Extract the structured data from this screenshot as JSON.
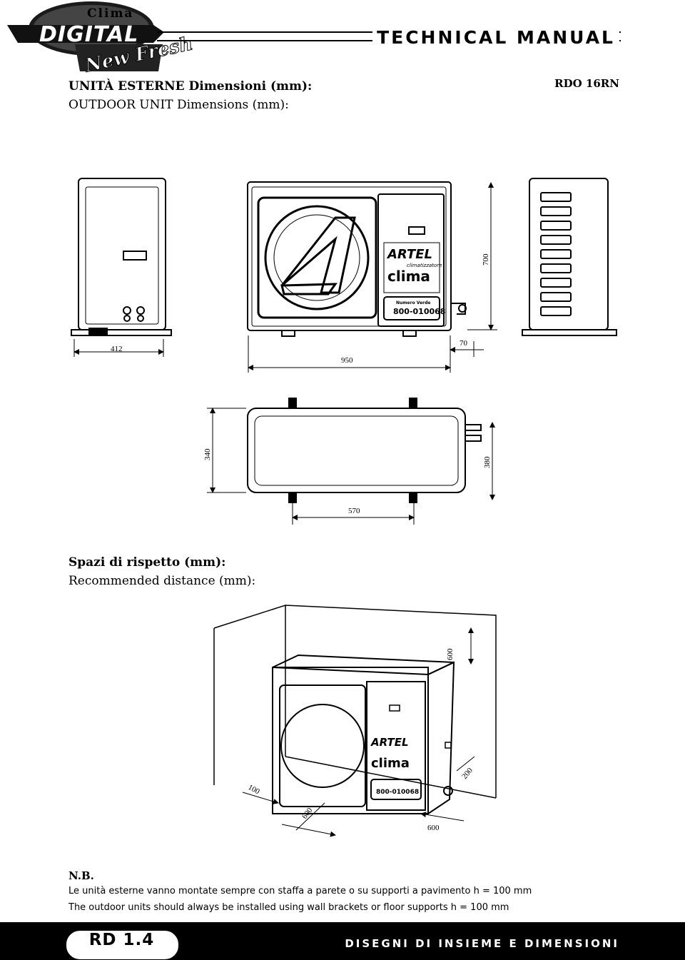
{
  "header": {
    "logo_clima": "Clima",
    "logo_digital": "DIGITAL",
    "logo_newfresh": "New Fresh",
    "manual_title": "TECHNICAL MANUAL"
  },
  "title": {
    "line_it": "UNITÀ ESTERNE Dimensioni (mm):",
    "line_en": "OUTDOOR UNIT Dimensions (mm):",
    "model": "RDO 16RN"
  },
  "unit_branding": {
    "brand": "ARTEL",
    "subtitle": "climatizzatore",
    "name": "clima",
    "hotline_label": "Numero Verde",
    "hotline_number": "800-010068"
  },
  "dimensions": {
    "side_width": "412",
    "front_width": "950",
    "height": "700",
    "pipe_offset": "70",
    "top_depth": "340",
    "top_depth_feet": "380",
    "feet_spacing": "570"
  },
  "clearance": {
    "heading_it": "Spazi di rispetto (mm):",
    "heading_en": "Recommended distance (mm):",
    "top": "600",
    "left": "100",
    "front": "600",
    "right": "200",
    "side": "600"
  },
  "note": {
    "title": "N.B.",
    "line_it": "Le unità esterne vanno montate sempre con staffa a parete o su supporti a pavimento h = 100 mm",
    "line_en": "The outdoor units should always be installed using wall brackets or floor supports  h = 100 mm"
  },
  "footer": {
    "code": "RD 1.4",
    "label": "DISEGNI DI INSIEME E DIMENSIONI"
  }
}
